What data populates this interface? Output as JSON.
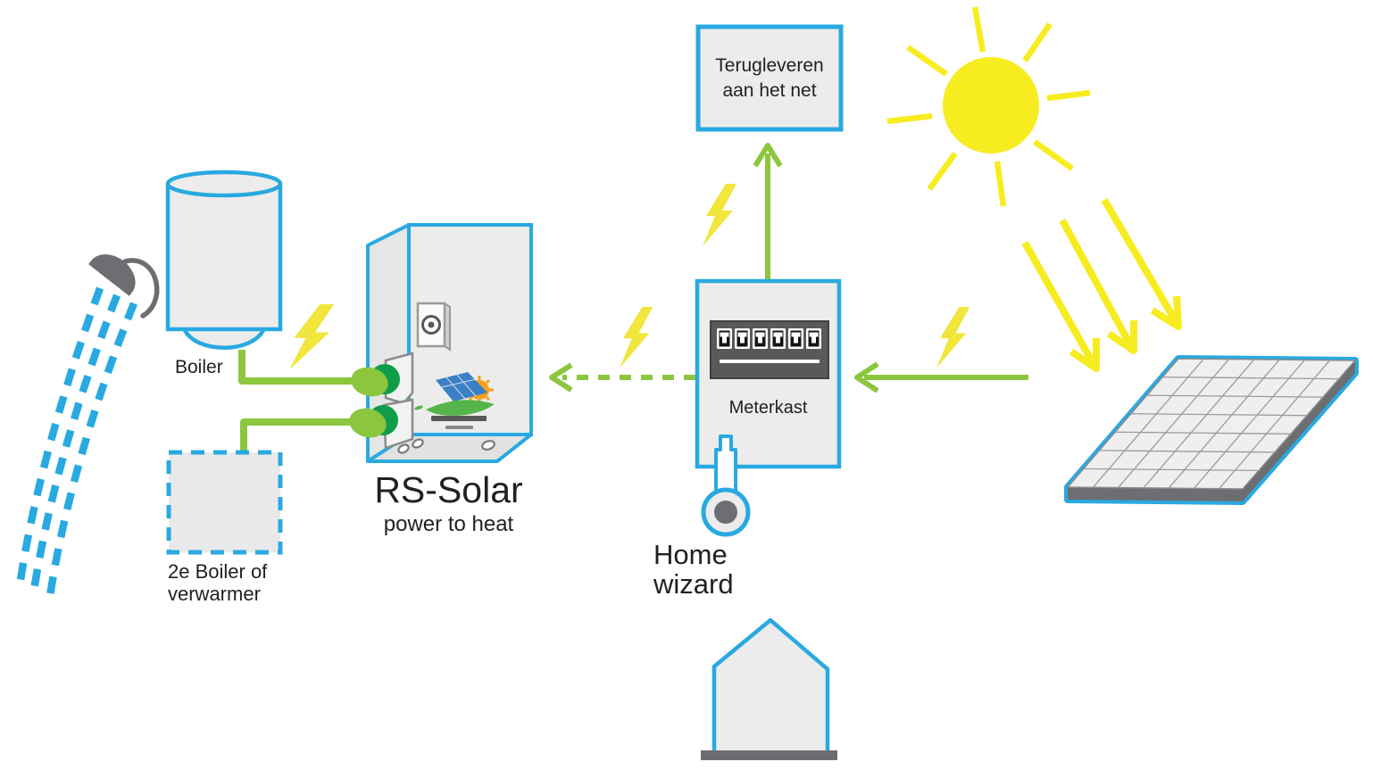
{
  "title": "RS-Solar power to heat system diagram",
  "nodes": {
    "shower": {
      "icon": "shower-icon"
    },
    "boiler": {
      "label": "Boiler"
    },
    "second_boiler": {
      "line1": "2e Boiler of",
      "line2": "verwarmer"
    },
    "rs_solar": {
      "title": "RS-Solar",
      "subtitle": "power to heat"
    },
    "meterkast": {
      "label": "Meterkast",
      "fuse_count": 6
    },
    "grid_return": {
      "line1": "Terugleveren",
      "line2": "aan het net"
    },
    "home_wizard": {
      "line1": "Home",
      "line2": "wizard"
    },
    "sun": {
      "icon": "sun-icon",
      "ray_count": 8
    },
    "solar_panel": {
      "icon": "solar-panel-icon",
      "cell_grid": "7x7"
    },
    "house": {
      "icon": "house-icon"
    }
  },
  "flows": [
    {
      "from": "sun",
      "to": "solar_panel",
      "style": "yellow-sunbeam-arrows",
      "count": 3
    },
    {
      "from": "solar_panel",
      "to": "meterkast",
      "style": "solid-green-arrow",
      "symbol": "lightning-bolt"
    },
    {
      "from": "meterkast",
      "to": "rs_solar",
      "style": "dashed-green-arrow",
      "symbol": "lightning-bolt"
    },
    {
      "from": "meterkast",
      "to": "grid_return",
      "style": "solid-green-arrow",
      "symbol": "lightning-bolt"
    },
    {
      "from": "rs_solar",
      "to": "boiler",
      "style": "green-cable",
      "symbol": "lightning-bolt"
    },
    {
      "from": "rs_solar",
      "to": "second_boiler",
      "style": "green-cable"
    },
    {
      "from": "meterkast",
      "to": "home_wizard",
      "style": "blue-probe"
    }
  ],
  "colors": {
    "blue": "#29A9E1",
    "green": "#8CC63E",
    "dark_green": "#0F9D4A",
    "yellow": "#F7EC1F",
    "bolt_yellow": "#F0E63C",
    "light_gray": "#ECECEC",
    "dark_gray": "#6D6E71",
    "panel_dark": "#58595B",
    "text": "#231F20",
    "logo_orange": "#F9A11B",
    "logo_blue": "#3B7FC4",
    "logo_green": "#55B54A"
  },
  "icons": [
    "shower-icon",
    "boiler-icon",
    "second-boiler-slot",
    "rs-solar-unit-icon",
    "power-plug-icon",
    "lightning-icon",
    "meterkast-icon",
    "fuse-icon",
    "homewizard-sensor-icon",
    "house-icon",
    "sun-icon",
    "sunbeam-arrow-icon",
    "solar-panel-icon",
    "grid-return-arrow-icon",
    "feed-arrow-icon"
  ]
}
